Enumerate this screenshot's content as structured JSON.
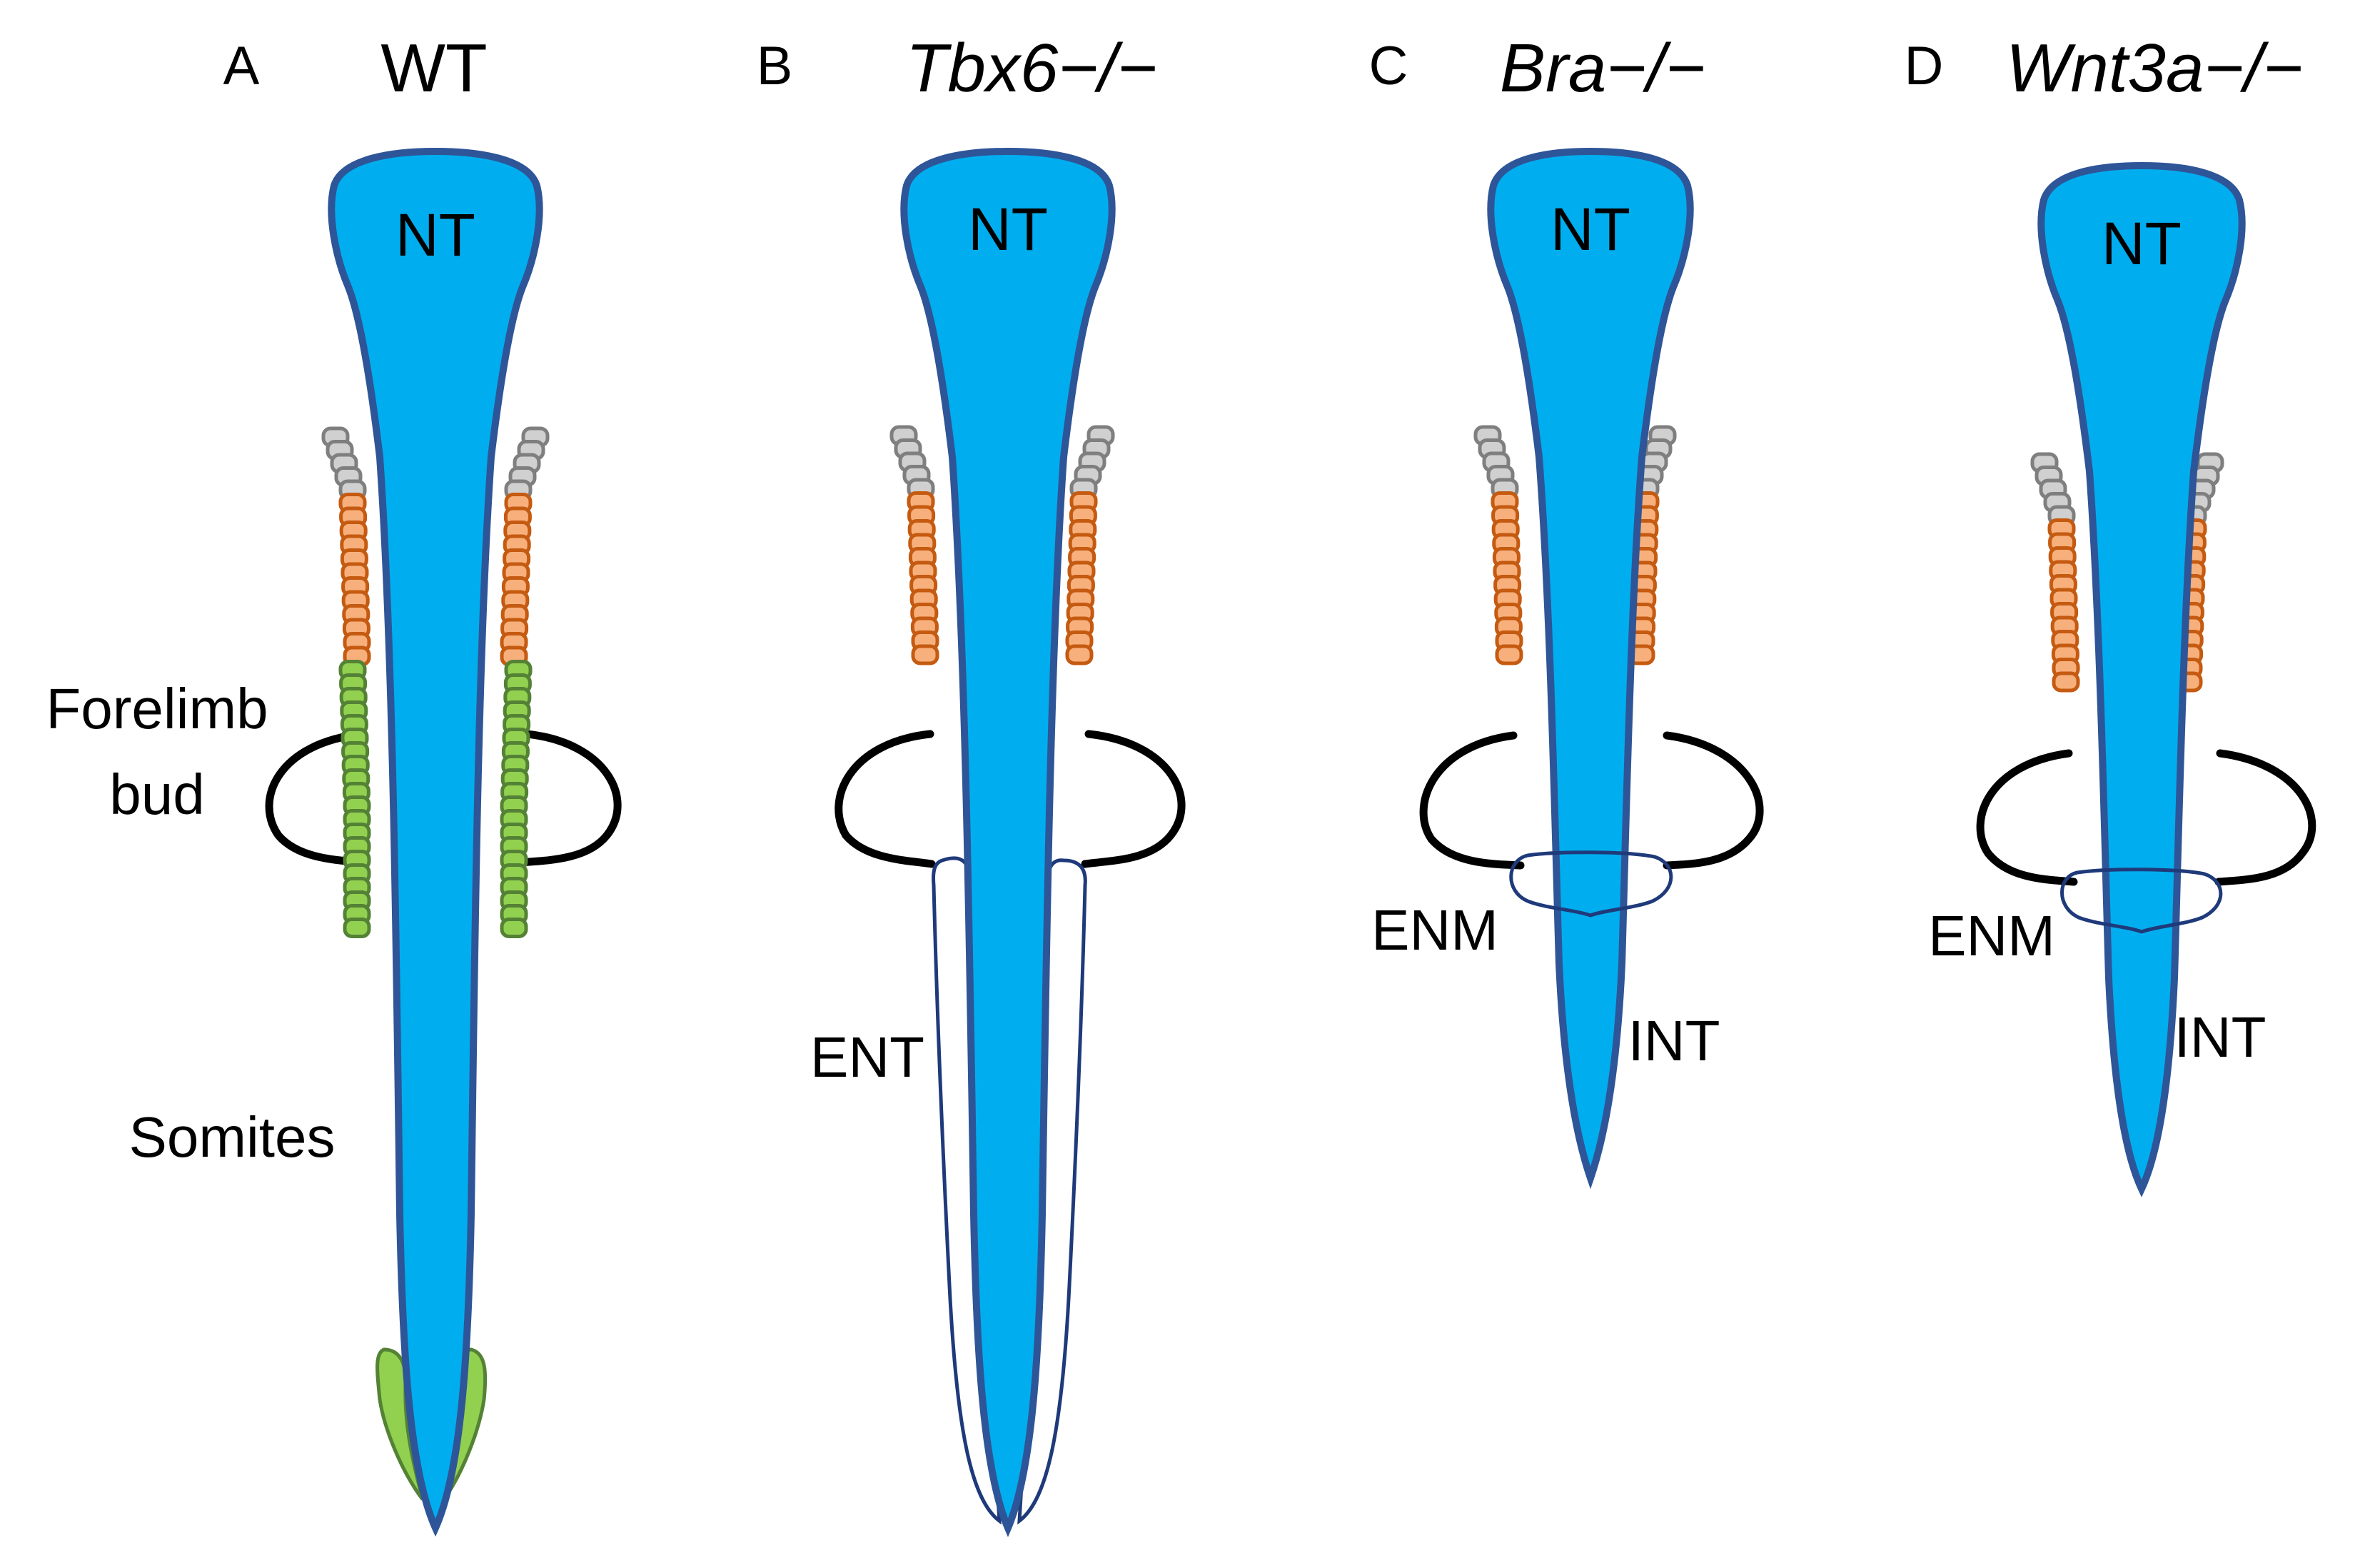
{
  "colors": {
    "neural_tube_fill": "#00aeef",
    "neural_tube_outline": "#2e5598",
    "somite_fill_orange": "#f7b07c",
    "somite_outline_orange": "#c55a11",
    "somite_fill_grey": "#d0d0d0",
    "somite_outline_grey": "#7f7f7f",
    "somite_fill_green": "#92d050",
    "somite_outline_green": "#548235",
    "limb_bud_line": "#000000",
    "ectopic_outline": "#1f3a7a"
  },
  "panels": [
    {
      "letter": "A",
      "title": "WT",
      "nt_label": "NT",
      "labels": {
        "forelimb_line1": "Forelimb",
        "forelimb_line2": "bud",
        "somites": "Somites"
      },
      "grey_somites_per_side": 5,
      "orange_somites_per_side": 12,
      "green_somites_per_side": 20
    },
    {
      "letter": "B",
      "title": "Tbx6−/−",
      "nt_label": "NT",
      "labels": {
        "ent": "ENT"
      },
      "grey_somites_per_side": 5,
      "orange_somites_per_side": 12,
      "green_somites_per_side": 0
    },
    {
      "letter": "C",
      "title": "Bra−/−",
      "nt_label": "NT",
      "labels": {
        "enm": "ENM",
        "int": "INT"
      },
      "grey_somites_per_side": 5,
      "orange_somites_per_side": 12,
      "green_somites_per_side": 0
    },
    {
      "letter": "D",
      "title": "Wnt3a−/−",
      "nt_label": "NT",
      "labels": {
        "enm": "ENM",
        "int": "INT"
      },
      "grey_somites_per_side": 5,
      "orange_somites_per_side": 12,
      "green_somites_per_side": 0
    }
  ]
}
